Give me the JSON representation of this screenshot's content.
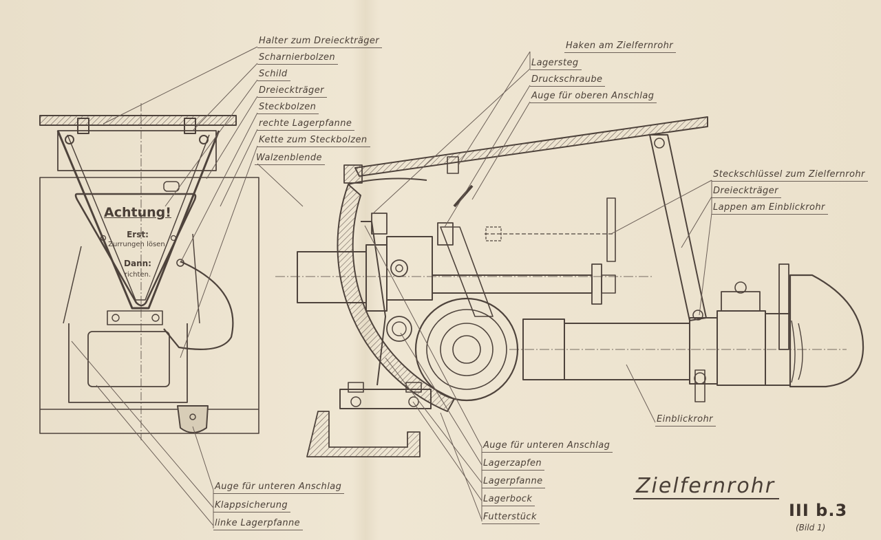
{
  "title": "Zielfernrohr",
  "code": "III b.3",
  "subcode": "(Bild 1)",
  "sign": {
    "heading": "Achtung!",
    "line1": "Erst:",
    "line2": "Zurrungen lösen,",
    "line3": "Dann:",
    "line4": "richten."
  },
  "labels": {
    "halter": "Halter zum Dreieckträger",
    "scharnierbolzen": "Scharnierbolzen",
    "schild": "Schild",
    "dreiecktraeger_left": "Dreieckträger",
    "steckbolzen": "Steckbolzen",
    "rechte_lagerpfanne": "rechte Lagerpfanne",
    "kette": "Kette zum Steckbolzen",
    "walzenblende": "Walzenblende",
    "haken": "Haken am Zielfernrohr",
    "lagersteg": "Lagersteg",
    "druckschraube": "Druckschraube",
    "auge_oben": "Auge für oberen Anschlag",
    "steckschluessel": "Steckschlüssel zum Zielfernrohr",
    "dreiecktraeger_right": "Dreieckträger",
    "lappen": "Lappen am Einblickrohr",
    "einblickrohr": "Einblickrohr",
    "auge_unten_right": "Auge für unteren Anschlag",
    "lagerzapfen": "Lagerzapfen",
    "lagerpfanne": "Lagerpfanne",
    "lagerbock": "Lagerbock",
    "futterstueck": "Futterstück",
    "auge_unten_left": "Auge für unteren Anschlag",
    "klappsicherung": "Klappsicherung",
    "linke_lagerpfanne": "linke Lagerpfanne"
  }
}
